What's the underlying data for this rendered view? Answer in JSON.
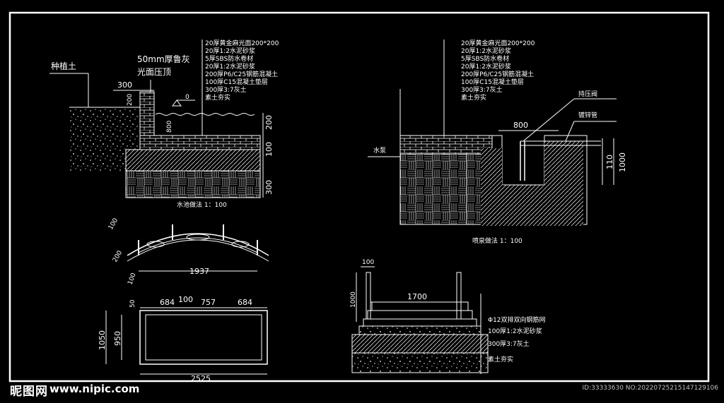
{
  "pool_section": {
    "left_label": "种植土",
    "callout_top": "50mm厚鲁灰",
    "callout_bottom": "光面压顶",
    "layers": [
      "20厚黄金麻光面200*200",
      "20厚1:2水泥砂浆",
      "5厚SBS防水卷材",
      "20厚1:2水泥砂浆",
      "200厚P6/C25钢筋混凝土",
      "100厚C15混凝土垫层",
      "300厚3:7灰土",
      "素土夯实"
    ],
    "dim_300": "300",
    "dim_200_v": "200",
    "dim_800_v": "800",
    "dim_0": "0",
    "right_dims": [
      "200",
      "100",
      "300"
    ],
    "caption": "水池做法  1：100"
  },
  "pump_section": {
    "layers": [
      "20厚黄金麻光面200*200",
      "20厚1:2水泥砂浆",
      "5厚SBS防水卷材",
      "20厚1:2水泥砂浆",
      "200厚P6/C25钢筋混凝土",
      "100厚C15混凝土垫层",
      "300厚3:7灰土",
      "素土夯实"
    ],
    "label_valve": "持压阀",
    "label_pipe": "镀锌管",
    "label_pump": "水泵",
    "dim_800": "800",
    "dim_110": "110",
    "dim_1000": "1000",
    "caption": "喷泉做法  1：100"
  },
  "bridge_elev": {
    "dims_left": [
      "100",
      "200",
      "100"
    ],
    "dim_span": "1937"
  },
  "bridge_plan": {
    "dims_top": [
      "684",
      "100",
      "757",
      "684"
    ],
    "dim_50": "50",
    "dims_left": [
      "1050",
      "950"
    ],
    "dim_total": "2525"
  },
  "step_section": {
    "dim_100": "100",
    "dim_1000": "1000",
    "dim_1700": "1700",
    "layers": [
      "Φ12双排双向钢筋网",
      "100厚1:2水泥砂浆",
      "300厚3:7灰土",
      "素土夯实"
    ]
  },
  "watermark": {
    "logo": "昵图网",
    "url": "www.nipic.com",
    "id": "ID:33333630 NO:20220725215147129106"
  }
}
